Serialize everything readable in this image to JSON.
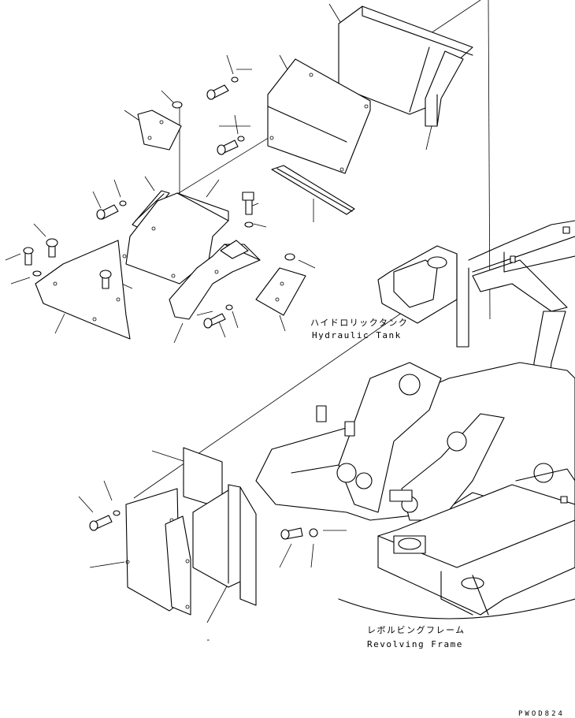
{
  "labels": {
    "hydraulic_tank_jp": "ハイドロリックタンク",
    "hydraulic_tank_en": "Hydraulic Tank",
    "revolving_frame_jp": "レボルビングフレーム",
    "revolving_frame_en": "Revolving Frame",
    "dash_mark": "-",
    "drawing_code": "PWOD824"
  }
}
